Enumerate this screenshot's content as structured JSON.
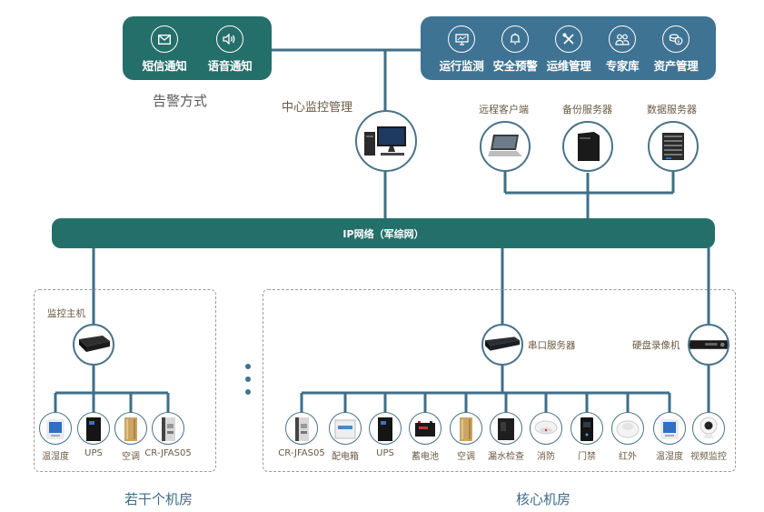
{
  "alert_panel": {
    "items": [
      {
        "label": "短信通知",
        "icon": "envelope-icon"
      },
      {
        "label": "语音通知",
        "icon": "speaker-icon"
      }
    ],
    "caption": "告警方式"
  },
  "function_panel": {
    "items": [
      {
        "label": "运行监测",
        "icon": "monitor-chart-icon"
      },
      {
        "label": "安全预警",
        "icon": "bell-icon"
      },
      {
        "label": "运维管理",
        "icon": "tools-icon"
      },
      {
        "label": "专家库",
        "icon": "users-icon"
      },
      {
        "label": "资产管理",
        "icon": "coins-icon"
      }
    ]
  },
  "center": {
    "label": "中心监控管理",
    "icon": "desktop-computer-icon"
  },
  "servers": [
    {
      "label": "远程客户端",
      "icon": "laptop-icon"
    },
    {
      "label": "备份服务器",
      "icon": "tower-server-icon"
    },
    {
      "label": "数据服务器",
      "icon": "rack-server-icon"
    }
  ],
  "network": {
    "label": "IP网络（军综网）"
  },
  "branch_room": {
    "caption": "若干个机房",
    "host": {
      "label": "监控主机",
      "icon": "host-box-icon"
    },
    "devices": [
      {
        "label": "温湿度",
        "icon": "thermo-hygrometer-icon"
      },
      {
        "label": "UPS",
        "icon": "ups-icon"
      },
      {
        "label": "空调",
        "icon": "air-conditioner-icon"
      },
      {
        "label": "CR-JFAS05",
        "icon": "cr-jfas05-icon"
      }
    ]
  },
  "core_room": {
    "caption": "核心机房",
    "serial_server": {
      "label": "串口服务器",
      "icon": "serial-server-icon"
    },
    "nvr": {
      "label": "硬盘录像机",
      "icon": "nvr-icon"
    },
    "devices": [
      {
        "label": "CR-JFAS05",
        "icon": "cr-jfas05-icon"
      },
      {
        "label": "配电箱",
        "icon": "distribution-box-icon"
      },
      {
        "label": "UPS",
        "icon": "ups-icon"
      },
      {
        "label": "蓄电池",
        "icon": "battery-icon"
      },
      {
        "label": "空调",
        "icon": "air-conditioner-icon"
      },
      {
        "label": "漏水检查",
        "icon": "leak-detector-icon"
      },
      {
        "label": "消防",
        "icon": "smoke-detector-icon"
      },
      {
        "label": "门禁",
        "icon": "access-control-icon"
      },
      {
        "label": "红外",
        "icon": "infrared-sensor-icon"
      },
      {
        "label": "温湿度",
        "icon": "thermo-hygrometer-icon"
      }
    ],
    "camera": {
      "label": "视频监控",
      "icon": "camera-icon"
    }
  },
  "colors": {
    "teal": "#256f6a",
    "blue": "#3e7393",
    "line": "#3e6f88"
  }
}
